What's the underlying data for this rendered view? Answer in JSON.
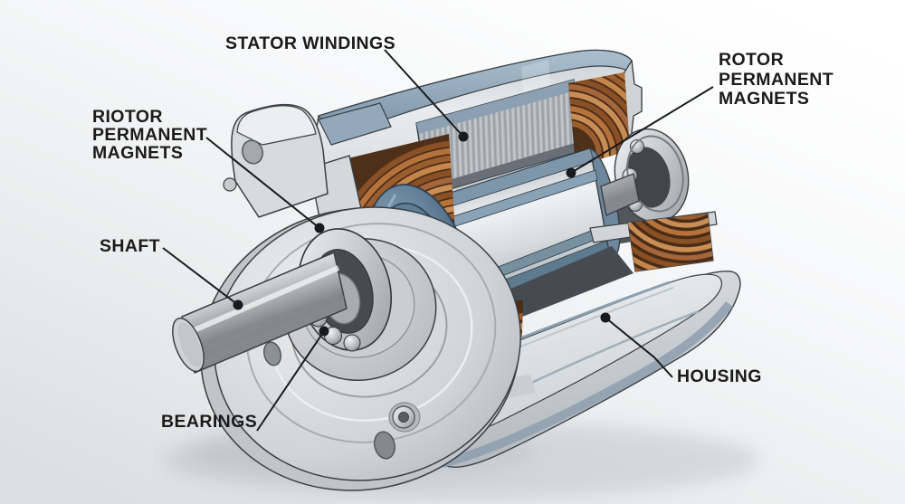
{
  "labels": {
    "stator_windings": {
      "text": "STATOR WINDINGS"
    },
    "rotor_magnets_left": {
      "lines": [
        "RIOTOR",
        "PERMANENT",
        "MAGNETS"
      ]
    },
    "rotor_magnets_right": {
      "lines": [
        "ROTOR",
        "PERMANENT",
        "MAGNETS"
      ]
    },
    "shaft": {
      "text": "SHAFT"
    },
    "bearings": {
      "text": "BEARINGS"
    },
    "housing": {
      "text": "HOUSING"
    }
  },
  "colors": {
    "copper": "#b5733b",
    "copper_dark": "#6b3f1f",
    "copper_light": "#c98e55",
    "steel_blue": "#7e95a9",
    "steel_blue_dark": "#46607a",
    "silver": "#cdd1d4",
    "housing_gray": "#d8dbde",
    "outline": "#3a4046",
    "label_text": "#1b1b1b",
    "background": "#f4f5f6"
  }
}
